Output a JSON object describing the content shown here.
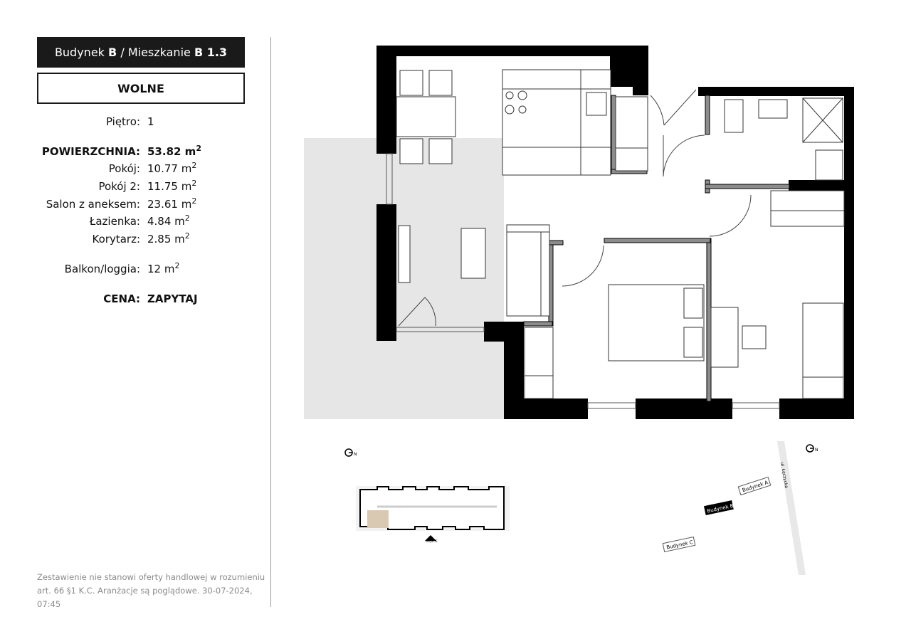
{
  "header": {
    "building_prefix": "Budynek",
    "building": "B",
    "separator": "/",
    "apartment_prefix": "Mieszkanie",
    "apartment": "B 1.3"
  },
  "status": "WOLNE",
  "floor": {
    "label": "Piętro:",
    "value": "1"
  },
  "area": {
    "label": "POWIERZCHNIA:",
    "value": "53.82 m",
    "unit_sup": "2",
    "rooms": [
      {
        "label": "Pokój:",
        "value": "10.77 m",
        "sup": "2"
      },
      {
        "label": "Pokój 2:",
        "value": "11.75 m",
        "sup": "2"
      },
      {
        "label": "Salon z aneksem:",
        "value": "23.61 m",
        "sup": "2"
      },
      {
        "label": "Łazienka:",
        "value": "4.84 m",
        "sup": "2"
      },
      {
        "label": "Korytarz:",
        "value": "2.85 m",
        "sup": "2"
      }
    ]
  },
  "balcony": {
    "label": "Balkon/loggia:",
    "value": "12 m",
    "sup": "2"
  },
  "price": {
    "label": "CENA:",
    "value": "ZAPYTAJ"
  },
  "footer_text": "Zestawienie nie stanowi oferty handlowej w rozumieniu art. 66 §1 K.C. Aranżacje są poglądowe. 30-07-2024, 07:45",
  "compass_label": "N",
  "site_plan": {
    "street": "ul. Łęczycka",
    "buildings": [
      "Budynek A",
      "Budynek B",
      "Budynek C"
    ]
  },
  "floor_key": {
    "entrance_label": "WEJŚCIE"
  },
  "colors": {
    "wall": "#000000",
    "partition": "#8c8c8c",
    "balcony": "#e7e6e6",
    "highlight": "#d9c9b3"
  }
}
